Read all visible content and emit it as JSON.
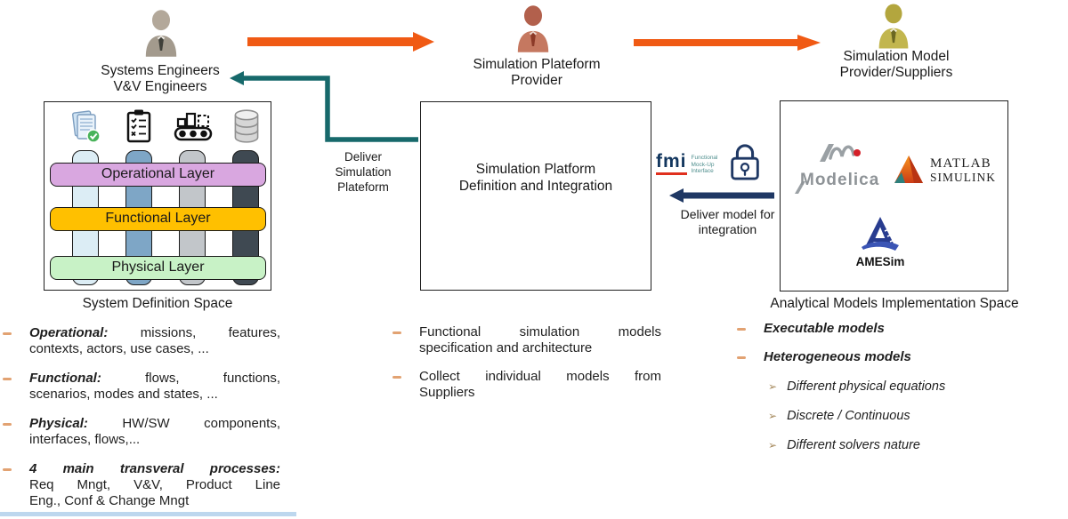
{
  "colors": {
    "orange_arrow": "#F05A14",
    "teal_arrow": "#17696B",
    "navy": "#1F3864",
    "fmi_red": "#E0301E",
    "operational_layer": "#D9A7E0",
    "functional_layer": "#FFC000",
    "physical_layer": "#C8F2C6",
    "pillar_colors": [
      "#DCEDF5",
      "#7EA6C6",
      "#C2C6CA",
      "#3F4952"
    ],
    "bullet_marker": "#E2A272"
  },
  "actors": {
    "systems_engineers": {
      "line1": "Systems Engineers",
      "line2": "V&V Engineers"
    },
    "platform_provider": {
      "line1": "Simulation Plateform",
      "line2": "Provider"
    },
    "model_suppliers": {
      "line1": "Simulation Model",
      "line2": "Provider/Suppliers"
    }
  },
  "system_definition": {
    "caption": "System Definition Space",
    "icons": [
      "document-check",
      "checklist-clipboard",
      "conveyor-machine",
      "database"
    ],
    "layers": [
      {
        "label": "Operational Layer"
      },
      {
        "label": "Functional Layer"
      },
      {
        "label": "Physical Layer"
      }
    ]
  },
  "platform_box": {
    "line1": "Simulation Platform",
    "line2": "Definition and Integration"
  },
  "deliver_platform": {
    "line1": "Deliver",
    "line2": "Simulation",
    "line3": "Plateform"
  },
  "fmi": {
    "logo": "fmi",
    "sub1": "Functional",
    "sub2": "Mock-Up",
    "sub3": "Interface"
  },
  "deliver_model": {
    "line1": "Deliver model for",
    "line2": "integration"
  },
  "analytical": {
    "caption": "Analytical Models Implementation Space",
    "logos": {
      "modelica": "Modelica",
      "matlab1": "MATLAB",
      "matlab2": "SIMULINK",
      "amesim": "AMESim"
    }
  },
  "left_list": {
    "items": [
      {
        "lead": "Operational:",
        "l1": "missions, features,",
        "l2": "contexts, actors, use cases, ..."
      },
      {
        "lead": "Functional:",
        "l1": "flows, functions,",
        "l2": "scenarios, modes and states, ..."
      },
      {
        "lead": "Physical:",
        "l1": "HW/SW components,",
        "l2": "interfaces, flows,..."
      },
      {
        "lead": "4 main transveral processes:",
        "l2": "Req Mngt, V&V, Product Line",
        "l3": "Eng., Conf & Change Mngt"
      }
    ]
  },
  "middle_list": {
    "items": [
      {
        "l1": "Functional simulation models",
        "l2": "specification and architecture"
      },
      {
        "l1": "Collect individual models from",
        "l2": "Suppliers"
      }
    ]
  },
  "right_list": {
    "items": [
      {
        "text": "Executable models"
      },
      {
        "text": "Heterogeneous models"
      }
    ],
    "sub_marker": "➢",
    "sub_items": [
      {
        "text": "Different physical equations"
      },
      {
        "text": "Discrete / Continuous"
      },
      {
        "text": "Different solvers nature"
      }
    ]
  }
}
